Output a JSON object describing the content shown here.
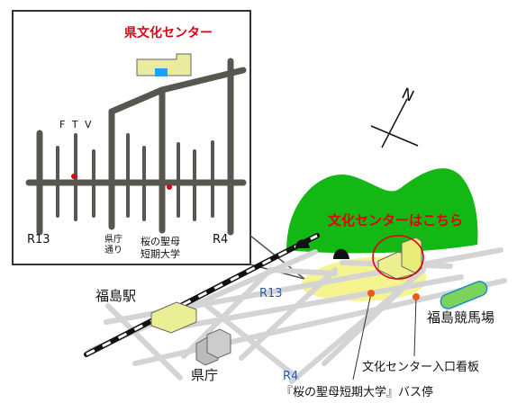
{
  "inset": {
    "title": "県文化センター",
    "ftv": "F T V",
    "r13": "R13",
    "r4": "R4",
    "kencho_dori_1": "県庁",
    "kencho_dori_2": "通り",
    "college_1": "桜の聖母",
    "college_2": "短期大学"
  },
  "main": {
    "callout": "文化センターはこちら",
    "fukushima_station": "福島駅",
    "r13": "R13",
    "r4": "R4",
    "prefectural_office": "県庁",
    "racecourse": "福島競馬場",
    "entrance_sign": "文化センター入口看板",
    "bus_stop": "『桜の聖母短期大学』バス停",
    "compass_letter": "N"
  },
  "colors": {
    "road": "#d4d4d4",
    "inset_road": "#58574f",
    "mountain": "#14b814",
    "highlight": "#f5f27a",
    "building": "#f0eca0",
    "accent_red": "#e00010",
    "pin_orange": "#e85a1a",
    "water": "#7cd35c",
    "station_building": "#eaef96"
  }
}
